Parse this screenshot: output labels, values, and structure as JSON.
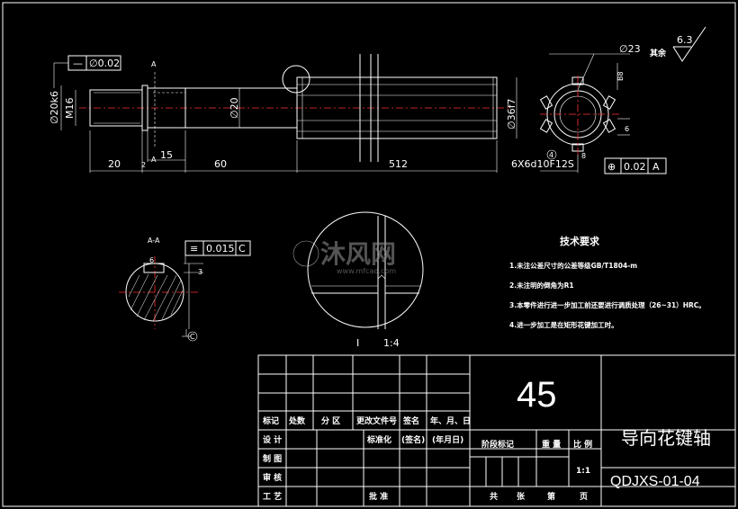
{
  "drawing": {
    "dimensions": {
      "phi20k6": "∅20k6",
      "m16": "M16",
      "phi20": "∅20",
      "phi36f7": "∅36f7",
      "phi23": "∅23",
      "len20": "20",
      "len2": "2",
      "len15": "15",
      "len60": "60",
      "len512": "512",
      "spline": "6X6d10F12S",
      "b8": "B8",
      "n4": "4",
      "n6": "6",
      "n3": "3",
      "n8": "8"
    },
    "tolerances": {
      "top_symbol": "—",
      "top_value": "∅0.02",
      "right_symbol": "⊕",
      "right_value": "0.02",
      "right_ref": "A",
      "section_symbol": "≡",
      "section_value": "0.015",
      "section_ref": "C"
    },
    "section_label": "A-A",
    "cut_label_top": "A",
    "cut_label_bottom": "A",
    "datum_c": "C",
    "detail_label": "I",
    "detail_scale": "1:4",
    "detail_marker": "I",
    "roughness": {
      "rest": "其余",
      "value": "6.3"
    }
  },
  "notes": {
    "title": "技术要求",
    "items": [
      "1.未注公差尺寸的公差等级GB/T1804-m",
      "2.未注明的倒角为R1",
      "3.本零件进行进一步加工前还要进行调质处理（26~31）HRC。",
      "4.进一步加工是在矩形花键加工时。"
    ]
  },
  "watermark": {
    "brand": "沐风网",
    "url": "www.mfcad.com"
  },
  "title_block": {
    "material": "45",
    "part_name": "导向花键轴",
    "drawing_no": "QDJXS-01-04",
    "scale_value": "1:1",
    "headers": [
      "标记",
      "处数",
      "分 区",
      "更改文件号",
      "签名",
      "年、月、日"
    ],
    "design": "设 计",
    "standardize": "标准化",
    "sign_paren": "(签名)",
    "date_paren": "(年月日)",
    "stage_mark": "阶段标记",
    "weight": "重 量",
    "scale": "比 例",
    "draft": "制 图",
    "review": "审 核",
    "process": "工 艺",
    "approve": "批 准",
    "total": "共",
    "sheets": "张",
    "page_no": "第",
    "page": "页"
  },
  "colors": {
    "background": "#000000",
    "lines": "#ffffff",
    "centerline": "#ff3030"
  }
}
